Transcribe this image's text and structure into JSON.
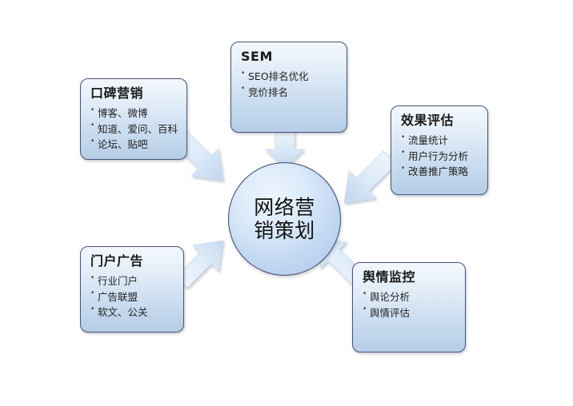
{
  "diagram": {
    "title_center": "网络营销策划",
    "background_color": "#ffffff",
    "accent_color": "#b6cde6",
    "border_color": "#49537a",
    "nodes": [
      {
        "id": "word-of-mouth",
        "title": "口碑营销",
        "items": [
          "博客、微博",
          "知道、爱问、百科",
          "论坛、贴吧"
        ]
      },
      {
        "id": "sem",
        "title": "SEM",
        "items": [
          "SEO排名优化",
          "竞价排名"
        ]
      },
      {
        "id": "effect-evaluation",
        "title": "效果评估",
        "items": [
          "流量统计",
          "用户行为分析",
          "改善推广策略"
        ]
      },
      {
        "id": "opinion-monitoring",
        "title": "舆情监控",
        "items": [
          "舆论分析",
          "舆情评估"
        ]
      },
      {
        "id": "portal-advertising",
        "title": "门户广告",
        "items": [
          "行业门户",
          "广告联盟",
          "软文、公关"
        ]
      }
    ],
    "arrows": [
      {
        "id": "arrow-wom-to-center",
        "from": "word-of-mouth",
        "to": "center",
        "direction": "down-right"
      },
      {
        "id": "arrow-sem-to-center",
        "from": "sem",
        "to": "center",
        "direction": "down"
      },
      {
        "id": "arrow-eval-to-center",
        "from": "effect-evaluation",
        "to": "center",
        "direction": "down-left"
      },
      {
        "id": "arrow-opinion-to-center",
        "from": "opinion-monitoring",
        "to": "center",
        "direction": "up-left"
      },
      {
        "id": "arrow-portal-to-center",
        "from": "portal-advertising",
        "to": "center",
        "direction": "up-right"
      }
    ]
  }
}
